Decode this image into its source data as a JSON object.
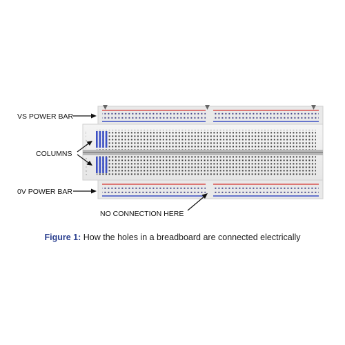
{
  "labels": {
    "vs_power_bar": "VS POWER BAR",
    "columns": "COLUMNS",
    "zero_v_power_bar": "0V POWER BAR",
    "no_connection_here": "NO CONNECTION HERE"
  },
  "caption": {
    "prefix": "Figure 1:",
    "text": " How the holes in a breadboard are connected electrically"
  },
  "colors": {
    "board": "#efefef",
    "hole": "#3a3a3a",
    "red_rail": "#d9534f",
    "blue_rail": "#3b4fc4",
    "caption_prefix": "#2a3f8f"
  }
}
